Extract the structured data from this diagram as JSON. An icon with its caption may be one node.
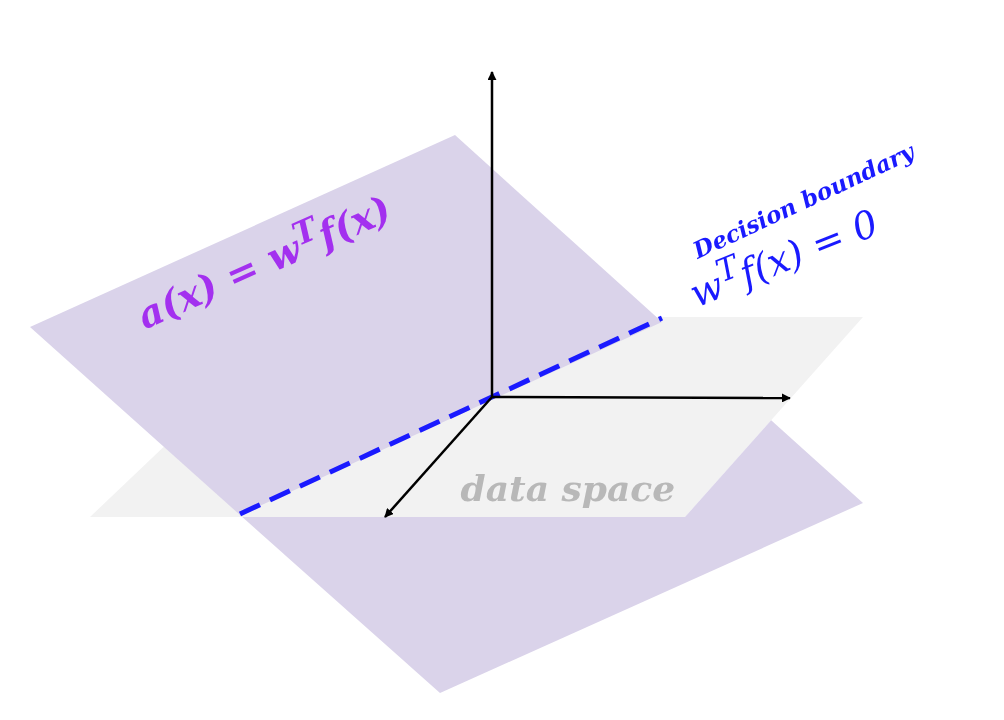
{
  "diagram": {
    "nodes": [
      {
        "text": [
          "a(x) = w$^{T}$f(x)"
        ]
      },
      {
        "text": [
          "data space"
        ]
      }
    ],
    "labels": [
      "Decision boundary",
      "w$^{T}$f(x) = 0"
    ]
  }
}
